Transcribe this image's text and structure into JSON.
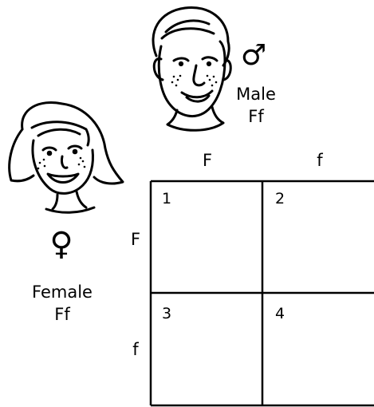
{
  "male": {
    "symbol": "♂",
    "label": "Male",
    "genotype": "Ff"
  },
  "female": {
    "symbol": "♀",
    "label": "Female",
    "genotype": "Ff"
  },
  "punnett": {
    "column_alleles": [
      "F",
      "f"
    ],
    "row_alleles": [
      "F",
      "f"
    ],
    "cells": [
      "1",
      "2",
      "3",
      "4"
    ]
  }
}
